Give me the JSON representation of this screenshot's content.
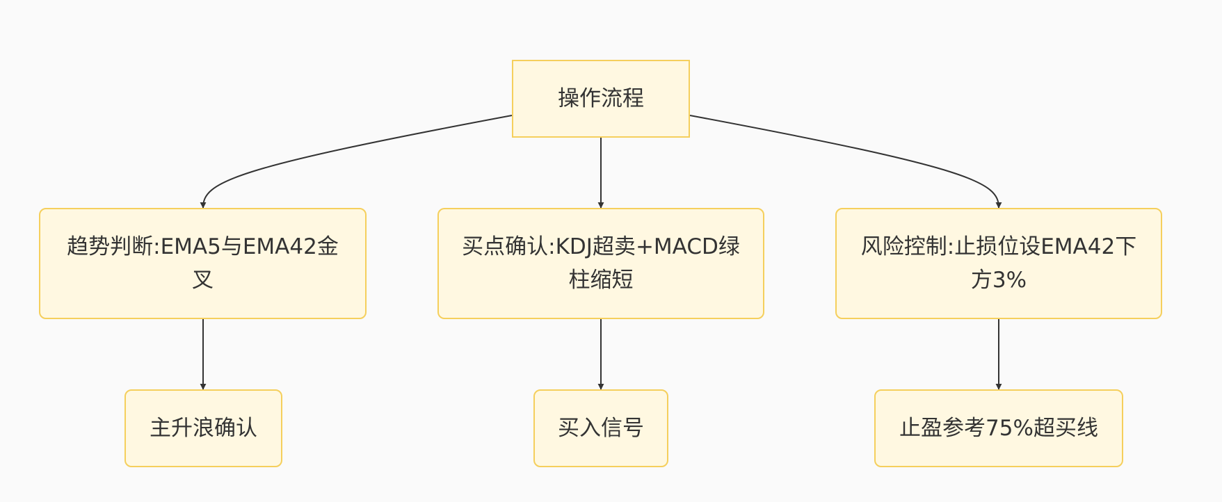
{
  "diagram": {
    "colors": {
      "node_fill": "#fff8e1",
      "node_border": "#f5cf5c",
      "edge": "#333333",
      "background": "#fafafa",
      "text": "#333333"
    },
    "nodes": {
      "root": "操作流程",
      "trend": "趋势判断:EMA5与EMA42金叉",
      "buy": "买点确认:KDJ超卖+MACD绿柱缩短",
      "risk": "风险控制:止损位设EMA42下方3%",
      "wave": "主升浪确认",
      "signal": "买入信号",
      "profit": "止盈参考75%超买线"
    },
    "edges": [
      {
        "from": "root",
        "to": "trend"
      },
      {
        "from": "root",
        "to": "buy"
      },
      {
        "from": "root",
        "to": "risk"
      },
      {
        "from": "trend",
        "to": "wave"
      },
      {
        "from": "buy",
        "to": "signal"
      },
      {
        "from": "risk",
        "to": "profit"
      }
    ]
  }
}
